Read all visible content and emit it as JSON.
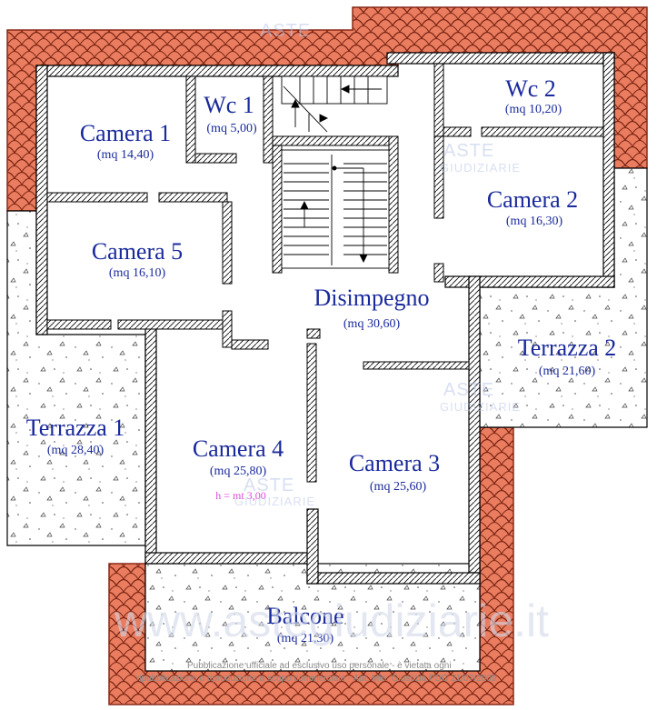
{
  "rooms": {
    "camera1": {
      "name": "Camera 1",
      "area": "(mq 14,40)"
    },
    "wc1": {
      "name": "Wc 1",
      "area": "(mq 5,00)"
    },
    "wc2": {
      "name": "Wc 2",
      "area": "(mq 10,20)"
    },
    "camera2": {
      "name": "Camera 2",
      "area": "(mq 16,30)"
    },
    "camera5": {
      "name": "Camera 5",
      "area": "(mq 16,10)"
    },
    "disimpegno": {
      "name": "Disimpegno",
      "area": "(mq 30,60)"
    },
    "terrazza2": {
      "name": "Terrazza 2",
      "area": "(mq 21,60)"
    },
    "terrazza1": {
      "name": "Terrazza 1",
      "area": "(mq 28,40)"
    },
    "camera4": {
      "name": "Camera 4",
      "area": "(mq 25,80)",
      "height_note": "h = mt 3,00"
    },
    "camera3": {
      "name": "Camera 3",
      "area": "(mq 25,60)"
    },
    "balcone": {
      "name": "Balcone",
      "area": "(mq 21,30)"
    }
  },
  "watermark": {
    "brand_top": "ASTE",
    "brand_bottom": "GIUDIZIARIE",
    "url": "www.astegiudiziarie.it",
    "disclaimer_line1": "Pubblicazione ufficiale ad esclusivo uso personale - è vietata ogni",
    "disclaimer_line2": "ripubblicazione o riproduzione a scopo commerciale - Aut. Min. Giustizia PDG 21/07/2009"
  },
  "colors": {
    "roof_tiles": "#e06a4c",
    "roof_outline": "#8a2a1a",
    "text": "#1a2a9c",
    "wall": "#000000",
    "height_note": "#e04ad8"
  }
}
